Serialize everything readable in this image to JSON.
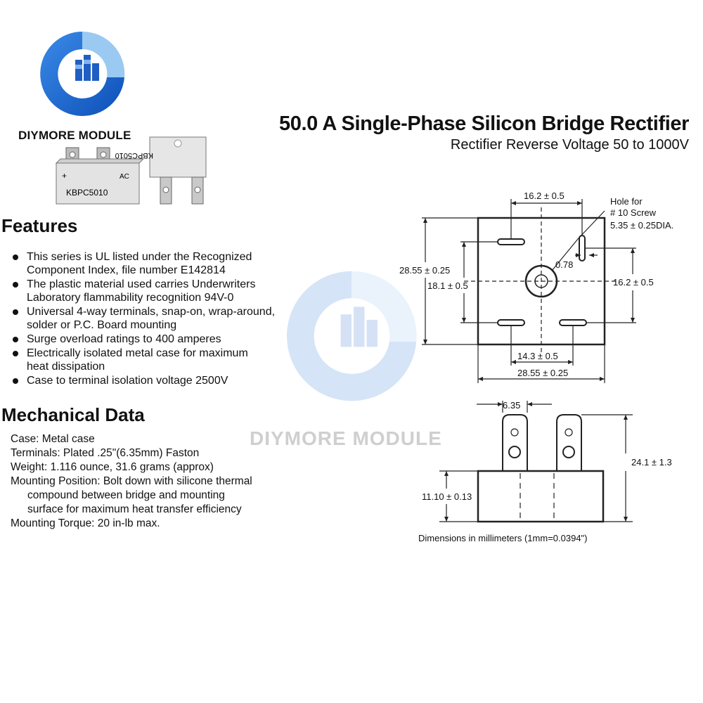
{
  "brand": {
    "name": "DIYMORE MODULE"
  },
  "product": {
    "title": "50.0 A Single-Phase Silicon Bridge Rectifier",
    "subtitle": "Rectifier Reverse Voltage 50 to 1000V",
    "photo_label_front": "KBPC5010",
    "photo_label_back": "KBPC5010",
    "photo_mark_plus": "+",
    "photo_mark_ac": "AC"
  },
  "features": {
    "heading": "Features",
    "items": [
      [
        "This series is UL listed under the Recognized",
        "Component Index, file number E142814"
      ],
      [
        "The plastic material used carries Underwriters",
        "Laboratory flammability recognition 94V-0"
      ],
      [
        "Universal 4-way terminals, snap-on, wrap-around,",
        "solder or P.C. Board mounting"
      ],
      [
        "Surge overload ratings to 400 amperes"
      ],
      [
        "Electrically isolated metal case for maximum",
        "heat dissipation"
      ],
      [
        "Case to terminal isolation voltage 2500V"
      ]
    ]
  },
  "mechanical": {
    "heading": "Mechanical Data",
    "lines": [
      "Case: Metal case",
      "Terminals: Plated .25\"(6.35mm) Faston",
      "Weight: 1.116 ounce, 31.6 grams (approx)",
      "Mounting Position: Bolt down with silicone thermal",
      "compound between bridge and mounting",
      "surface for maximum heat transfer efficiency",
      "Mounting Torque: 20 in-lb max."
    ]
  },
  "dimensions": {
    "top_width": "16.2 ± 0.5",
    "hole_line1": "Hole for",
    "hole_line2": "# 10 Screw",
    "hole_line3": "5.35 ± 0.25DIA.",
    "pin_width": "0.78",
    "outer_height": "28.55 ± 0.25",
    "inner_height": "18.1 ± 0.5",
    "right_height": "16.2 ± 0.5",
    "bottom_pin_spacing": "14.3 ± 0.5",
    "outer_width": "28.55 ± 0.25",
    "terminal_width": "6.35",
    "total_height": "24.1 ± 1.3",
    "body_height": "11.10 ± 0.13",
    "note": "Dimensions in millimeters (1mm=0.0394\")"
  },
  "watermark": {
    "text": "DIYMORE MODULE"
  },
  "colors": {
    "logo_blue": "#1f6fd6",
    "logo_light": "#8fc3f0",
    "watermark": "#cfcfcf"
  }
}
